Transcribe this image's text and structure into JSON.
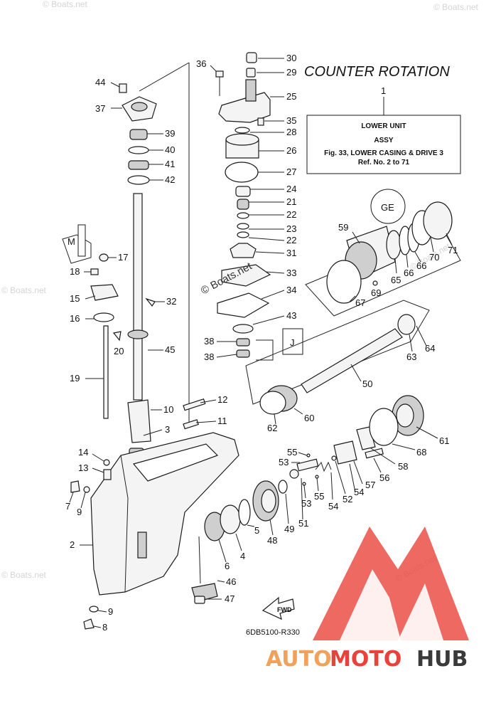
{
  "title": "COUNTER  ROTATION",
  "info_box": {
    "ref_number": "1",
    "line1": "LOWER UNIT",
    "line2": "ASSY",
    "line3": "Fig. 33, LOWER CASING & DRIVE 3",
    "line4": "Ref. No. 2 to 71"
  },
  "watermarks": {
    "site": "© Boats.net",
    "center": "© Boats.net",
    "brand_auto": "AUTO",
    "brand_moto": "MOTO",
    "brand_hub": "HUB"
  },
  "drawing_code": "6DB5100-R330",
  "fwd_label": "FWD",
  "callouts": {
    "c30": "30",
    "c29": "29",
    "c25": "25",
    "c35": "35",
    "c28": "28",
    "c26": "26",
    "c27": "27",
    "c24": "24",
    "c21": "21",
    "c22a": "22",
    "c23": "23",
    "c22b": "22",
    "c31": "31",
    "c33": "33",
    "c34": "34",
    "c43": "43",
    "c38a": "38",
    "c38b": "38",
    "c36": "36",
    "c44": "44",
    "c37": "37",
    "c39": "39",
    "c40": "40",
    "c41": "41",
    "c42": "42",
    "c17": "17",
    "c18": "18",
    "c15": "15",
    "c16": "16",
    "c32": "32",
    "c20": "20",
    "c45": "45",
    "c19": "19",
    "c12": "12",
    "c10": "10",
    "c11": "11",
    "c3": "3",
    "c14": "14",
    "c13": "13",
    "c7": "7",
    "c9a": "9",
    "c2": "2",
    "c9b": "9",
    "c8": "8",
    "c6": "6",
    "c4": "4",
    "c5": "5",
    "c46": "46",
    "c47": "47",
    "c48": "48",
    "c49": "49",
    "c51": "51",
    "c53a": "53",
    "c55a": "55",
    "c53b": "53",
    "c55b": "55",
    "c54a": "54",
    "c52": "52",
    "c54b": "54",
    "c57": "57",
    "c56": "56",
    "c58": "58",
    "c68": "68",
    "c61": "61",
    "c62": "62",
    "c60": "60",
    "c50": "50",
    "c63": "63",
    "c64": "64",
    "c59": "59",
    "c67": "67",
    "c69": "69",
    "c65": "65",
    "c66a": "66",
    "c66b": "66",
    "c70": "70",
    "c71": "71"
  },
  "colors": {
    "line": "#1a1a1a",
    "brand_red": "#e8433a",
    "brand_orange": "#f0a25a",
    "brand_dark": "#3a3a3a",
    "watermark": "#d4d4d4"
  }
}
